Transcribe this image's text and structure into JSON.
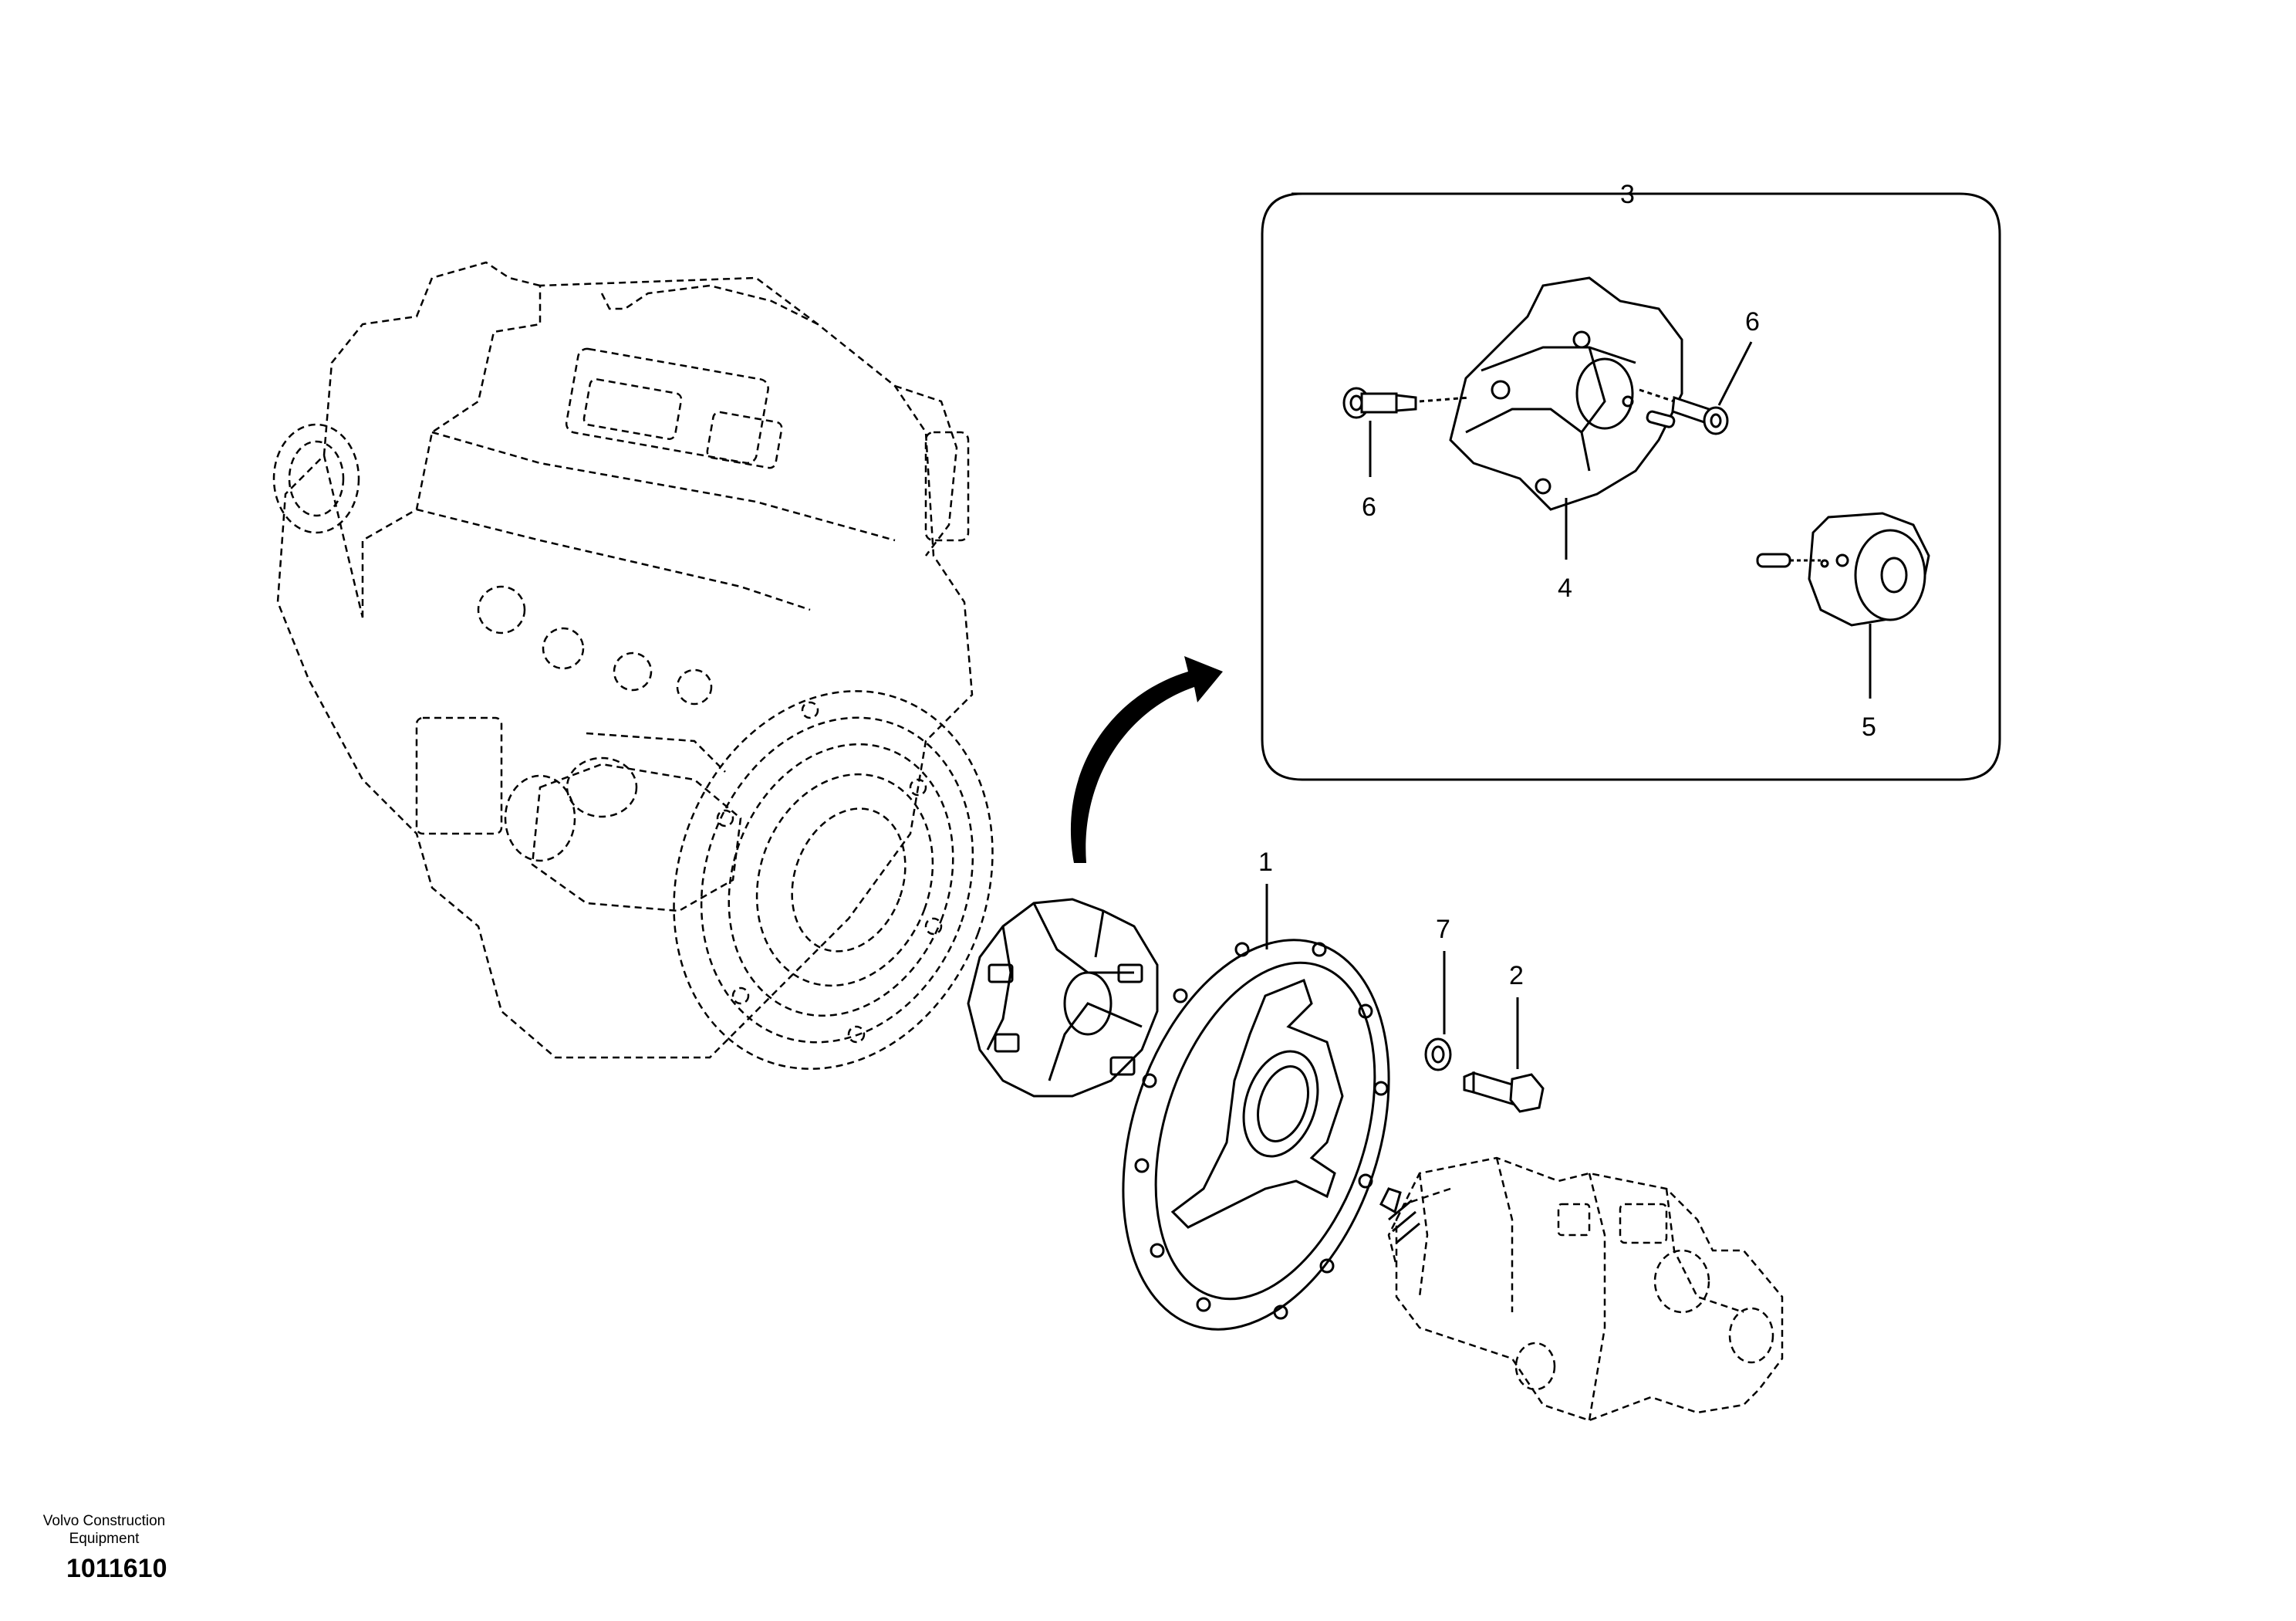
{
  "footer": {
    "company_line_1": "Volvo Construction",
    "company_line_2": "Equipment",
    "drawing_number": "1011610"
  },
  "callouts": {
    "item_1": "1",
    "item_2": "2",
    "item_3": "3",
    "item_4": "4",
    "item_5": "5",
    "item_6_left": "6",
    "item_6_right": "6",
    "item_7": "7"
  }
}
